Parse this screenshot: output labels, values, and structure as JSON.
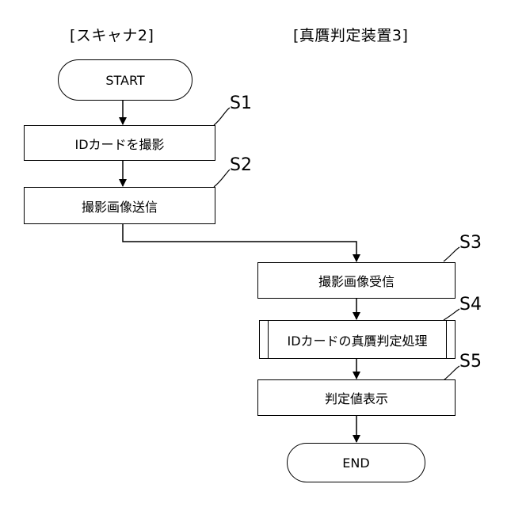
{
  "columns": {
    "left_title": "[スキャナ2]",
    "right_title": "[真贋判定装置3]"
  },
  "nodes": {
    "start": "START",
    "n1": "IDカードを撮影",
    "n2": "撮影画像送信",
    "n3": "撮影画像受信",
    "n4": "IDカードの真贋判定処理",
    "n5": "判定値表示",
    "end": "END"
  },
  "steps": {
    "s1": "S1",
    "s2": "S2",
    "s3": "S3",
    "s4": "S4",
    "s5": "S5"
  }
}
